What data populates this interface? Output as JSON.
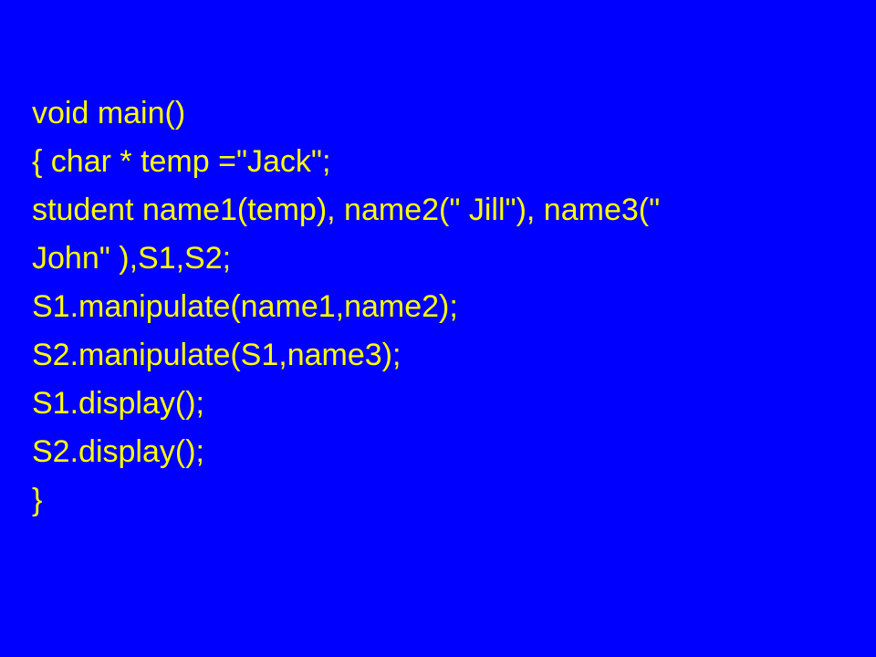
{
  "slide": {
    "background_color": "#0000ff",
    "text_color": "#ffff00",
    "code_lines": [
      "void main()",
      "{ char * temp =\"Jack\";",
      "student name1(temp), name2(\" Jill\"), name3(\"",
      "John\" ),S1,S2;",
      "S1.manipulate(name1,name2);",
      "S2.manipulate(S1,name3);",
      "S1.display();",
      "S2.display();",
      "}"
    ]
  }
}
